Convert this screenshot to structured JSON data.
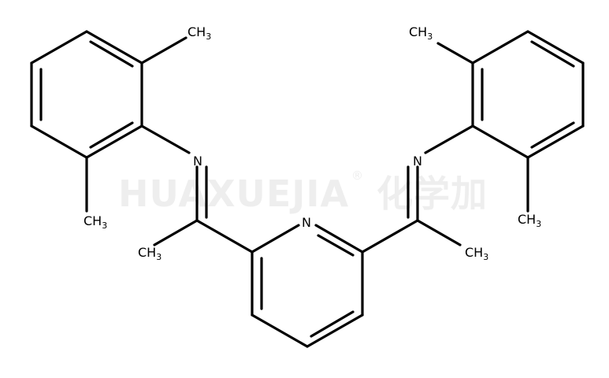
{
  "molecule": {
    "atom_labels": {
      "pyridine_n": "N",
      "imine_n_left": "N",
      "imine_n_right": "N",
      "methyl_prefix": "CH",
      "methyl_subscript": "3"
    },
    "methyl_count": 6
  },
  "watermark": {
    "text": "HUAXUEJIA",
    "registered": "®",
    "cjk": "化学加"
  },
  "colors": {
    "bond": "#000000",
    "label": "#000000",
    "watermark": "#eeeeee",
    "background": "#ffffff"
  }
}
